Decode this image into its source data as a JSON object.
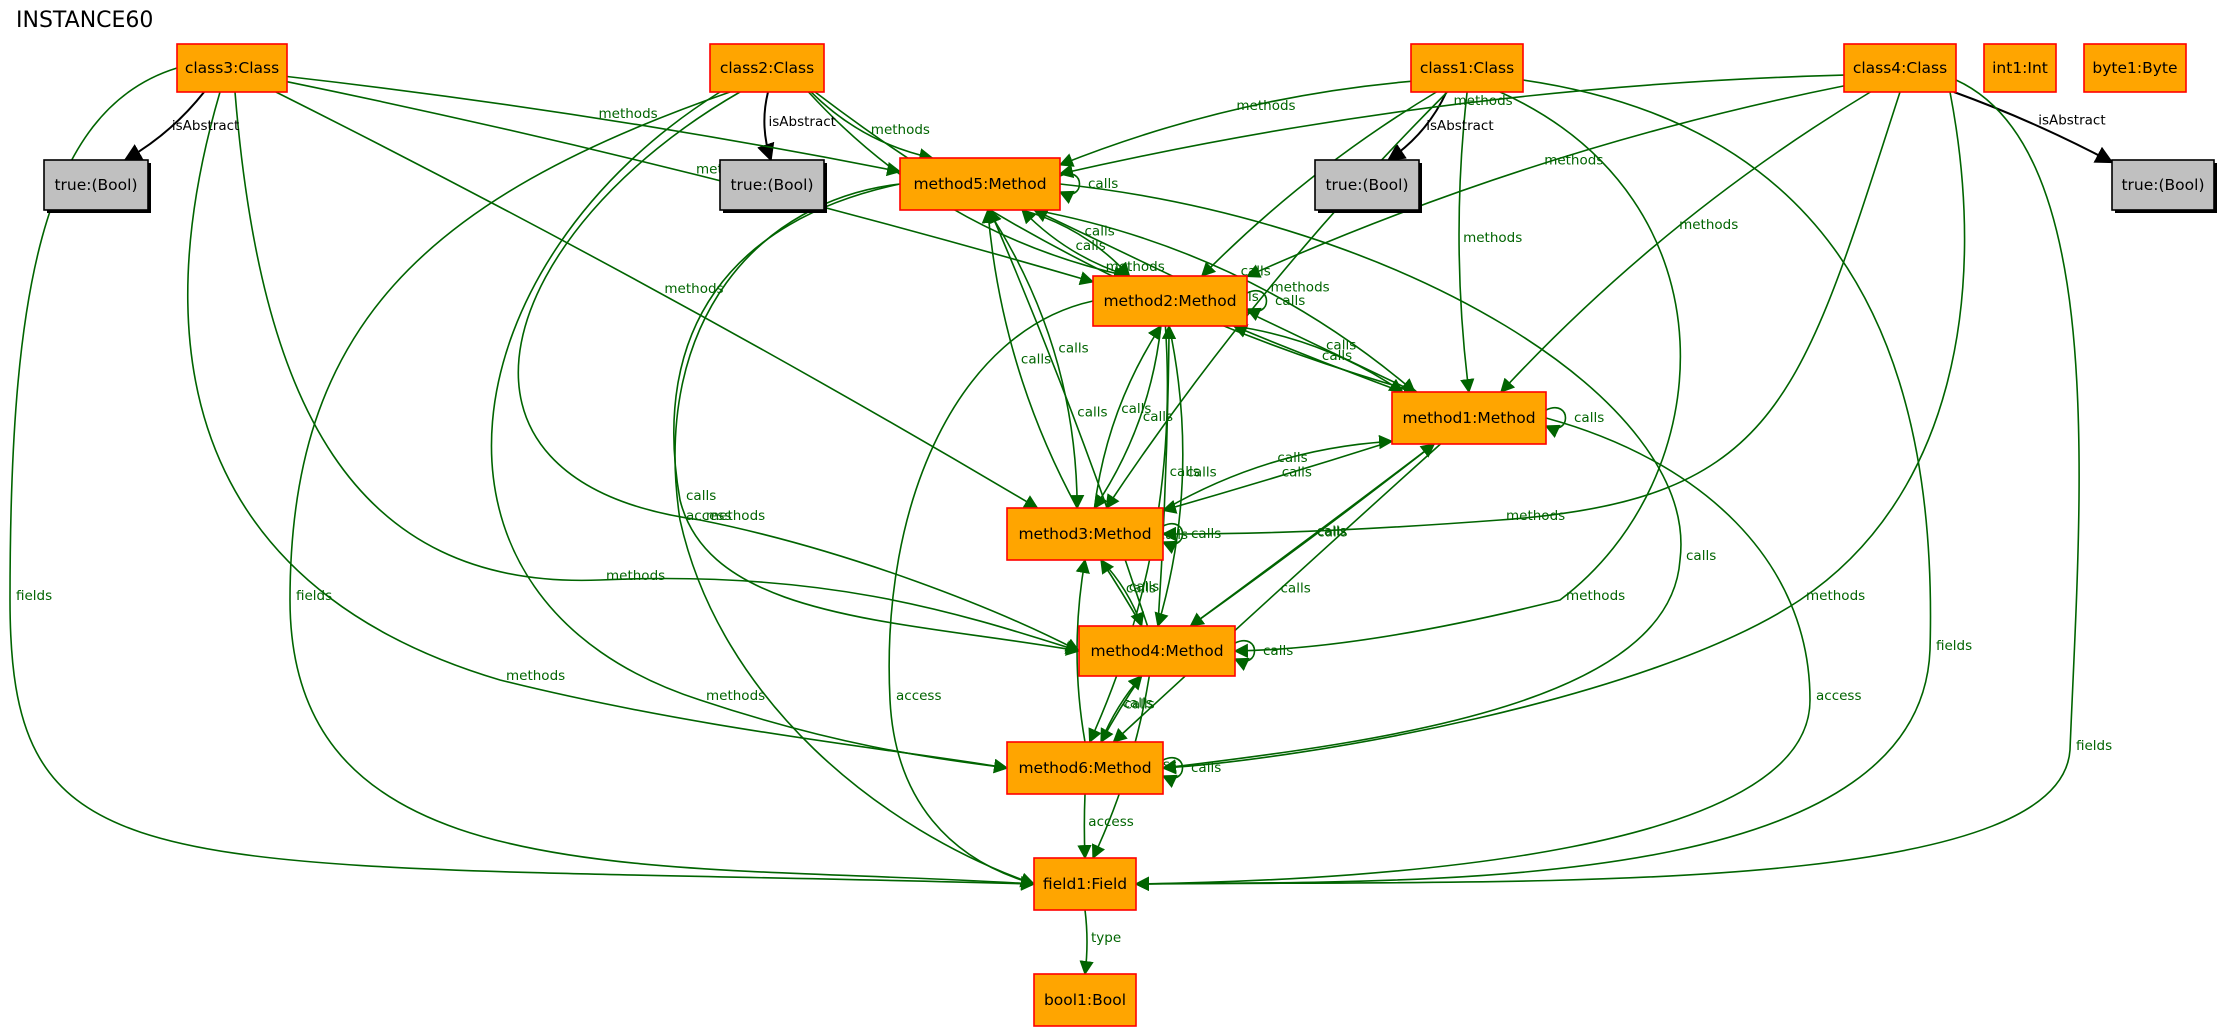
{
  "title": "INSTANCE60",
  "colors": {
    "object_fill": "#FFA500",
    "object_stroke": "#FF0000",
    "value_fill": "#C0C0C0",
    "value_stroke": "#000000",
    "edge_green": "#006400",
    "edge_black": "#000000"
  },
  "nodes": [
    {
      "id": "class3",
      "label": "class3:Class",
      "kind": "object"
    },
    {
      "id": "class2",
      "label": "class2:Class",
      "kind": "object"
    },
    {
      "id": "class1",
      "label": "class1:Class",
      "kind": "object"
    },
    {
      "id": "class4",
      "label": "class4:Class",
      "kind": "object"
    },
    {
      "id": "int1",
      "label": "int1:Int",
      "kind": "object"
    },
    {
      "id": "byte1",
      "label": "byte1:Byte",
      "kind": "object"
    },
    {
      "id": "true3",
      "label": "true:(Bool)",
      "kind": "value"
    },
    {
      "id": "true2",
      "label": "true:(Bool)",
      "kind": "value"
    },
    {
      "id": "true1",
      "label": "true:(Bool)",
      "kind": "value"
    },
    {
      "id": "true4",
      "label": "true:(Bool)",
      "kind": "value"
    },
    {
      "id": "method5",
      "label": "method5:Method",
      "kind": "object"
    },
    {
      "id": "method2",
      "label": "method2:Method",
      "kind": "object"
    },
    {
      "id": "method1",
      "label": "method1:Method",
      "kind": "object"
    },
    {
      "id": "method3",
      "label": "method3:Method",
      "kind": "object"
    },
    {
      "id": "method4",
      "label": "method4:Method",
      "kind": "object"
    },
    {
      "id": "method6",
      "label": "method6:Method",
      "kind": "object"
    },
    {
      "id": "field1",
      "label": "field1:Field",
      "kind": "object"
    },
    {
      "id": "bool1",
      "label": "bool1:Bool",
      "kind": "object"
    }
  ],
  "edges": [
    {
      "from": "class3",
      "to": "true3",
      "label": "isAbstract",
      "color": "black"
    },
    {
      "from": "class2",
      "to": "true2",
      "label": "isAbstract",
      "color": "black"
    },
    {
      "from": "class1",
      "to": "true1",
      "label": "isAbstract",
      "color": "black"
    },
    {
      "from": "class4",
      "to": "true4",
      "label": "isAbstract",
      "color": "black"
    },
    {
      "from": "class3",
      "to": "method5",
      "label": "methods",
      "color": "green"
    },
    {
      "from": "class3",
      "to": "method2",
      "label": "methods",
      "color": "green"
    },
    {
      "from": "class3",
      "to": "method3",
      "label": "methods",
      "color": "green"
    },
    {
      "from": "class3",
      "to": "method4",
      "label": "methods",
      "color": "green"
    },
    {
      "from": "class3",
      "to": "method6",
      "label": "methods",
      "color": "green"
    },
    {
      "from": "class3",
      "to": "field1",
      "label": "fields",
      "color": "green"
    },
    {
      "from": "class2",
      "to": "method5",
      "label": "methods",
      "color": "green"
    },
    {
      "from": "class2",
      "to": "method2",
      "label": "methods",
      "color": "green"
    },
    {
      "from": "class2",
      "to": "method1",
      "label": "methods",
      "color": "green"
    },
    {
      "from": "class2",
      "to": "method4",
      "label": "methods",
      "color": "green"
    },
    {
      "from": "class2",
      "to": "method6",
      "label": "methods",
      "color": "green"
    },
    {
      "from": "class2",
      "to": "field1",
      "label": "fields",
      "color": "green"
    },
    {
      "from": "class1",
      "to": "method5",
      "label": "methods",
      "color": "green"
    },
    {
      "from": "class1",
      "to": "method2",
      "label": "methods",
      "color": "green"
    },
    {
      "from": "class1",
      "to": "method3",
      "label": "methods",
      "color": "green"
    },
    {
      "from": "class1",
      "to": "method1",
      "label": "methods",
      "color": "green"
    },
    {
      "from": "class1",
      "to": "method4",
      "label": "methods",
      "color": "green"
    },
    {
      "from": "class1",
      "to": "field1",
      "label": "fields",
      "color": "green"
    },
    {
      "from": "class4",
      "to": "method5",
      "label": "methods",
      "color": "green"
    },
    {
      "from": "class4",
      "to": "method2",
      "label": "methods",
      "color": "green"
    },
    {
      "from": "class4",
      "to": "method1",
      "label": "methods",
      "color": "green"
    },
    {
      "from": "class4",
      "to": "method3",
      "label": "methods",
      "color": "green"
    },
    {
      "from": "class4",
      "to": "method6",
      "label": "methods",
      "color": "green"
    },
    {
      "from": "class4",
      "to": "field1",
      "label": "fields",
      "color": "green"
    },
    {
      "from": "method5",
      "to": "method5",
      "label": "calls",
      "color": "green"
    },
    {
      "from": "method5",
      "to": "method2",
      "label": "calls",
      "color": "green"
    },
    {
      "from": "method5",
      "to": "method1",
      "label": "calls",
      "color": "green"
    },
    {
      "from": "method5",
      "to": "method3",
      "label": "calls",
      "color": "green"
    },
    {
      "from": "method5",
      "to": "method4",
      "label": "calls",
      "color": "green"
    },
    {
      "from": "method5",
      "to": "method6",
      "label": "calls",
      "color": "green"
    },
    {
      "from": "method5",
      "to": "field1",
      "label": "access",
      "color": "green"
    },
    {
      "from": "method2",
      "to": "method2",
      "label": "calls",
      "color": "green"
    },
    {
      "from": "method2",
      "to": "method5",
      "label": "calls",
      "color": "green"
    },
    {
      "from": "method2",
      "to": "method1",
      "label": "calls",
      "color": "green"
    },
    {
      "from": "method2",
      "to": "method3",
      "label": "calls",
      "color": "green"
    },
    {
      "from": "method2",
      "to": "method4",
      "label": "calls",
      "color": "green"
    },
    {
      "from": "method2",
      "to": "method6",
      "label": "calls",
      "color": "green"
    },
    {
      "from": "method2",
      "to": "field1",
      "label": "access",
      "color": "green"
    },
    {
      "from": "method1",
      "to": "method1",
      "label": "calls",
      "color": "green"
    },
    {
      "from": "method1",
      "to": "method5",
      "label": "calls",
      "color": "green"
    },
    {
      "from": "method1",
      "to": "method2",
      "label": "calls",
      "color": "green"
    },
    {
      "from": "method1",
      "to": "method3",
      "label": "calls",
      "color": "green"
    },
    {
      "from": "method1",
      "to": "method4",
      "label": "calls",
      "color": "green"
    },
    {
      "from": "method1",
      "to": "method6",
      "label": "calls",
      "color": "green"
    },
    {
      "from": "method1",
      "to": "field1",
      "label": "access",
      "color": "green"
    },
    {
      "from": "method3",
      "to": "method3",
      "label": "calls",
      "color": "green"
    },
    {
      "from": "method3",
      "to": "method5",
      "label": "calls",
      "color": "green"
    },
    {
      "from": "method3",
      "to": "method2",
      "label": "calls",
      "color": "green"
    },
    {
      "from": "method3",
      "to": "method1",
      "label": "calls",
      "color": "green"
    },
    {
      "from": "method3",
      "to": "method4",
      "label": "calls",
      "color": "green"
    },
    {
      "from": "method4",
      "to": "method4",
      "label": "calls",
      "color": "green"
    },
    {
      "from": "method4",
      "to": "method5",
      "label": "calls",
      "color": "green"
    },
    {
      "from": "method4",
      "to": "method2",
      "label": "calls",
      "color": "green"
    },
    {
      "from": "method4",
      "to": "method1",
      "label": "calls",
      "color": "green"
    },
    {
      "from": "method4",
      "to": "method3",
      "label": "calls",
      "color": "green"
    },
    {
      "from": "method4",
      "to": "method6",
      "label": "calls",
      "color": "green"
    },
    {
      "from": "method4",
      "to": "field1",
      "label": "access",
      "color": "green"
    },
    {
      "from": "method6",
      "to": "method6",
      "label": "calls",
      "color": "green"
    },
    {
      "from": "method6",
      "to": "method3",
      "label": "calls",
      "color": "green"
    },
    {
      "from": "method6",
      "to": "method4",
      "label": "calls",
      "color": "green"
    },
    {
      "from": "method6",
      "to": "field1",
      "label": "access",
      "color": "green"
    },
    {
      "from": "field1",
      "to": "bool1",
      "label": "type",
      "color": "green"
    }
  ]
}
